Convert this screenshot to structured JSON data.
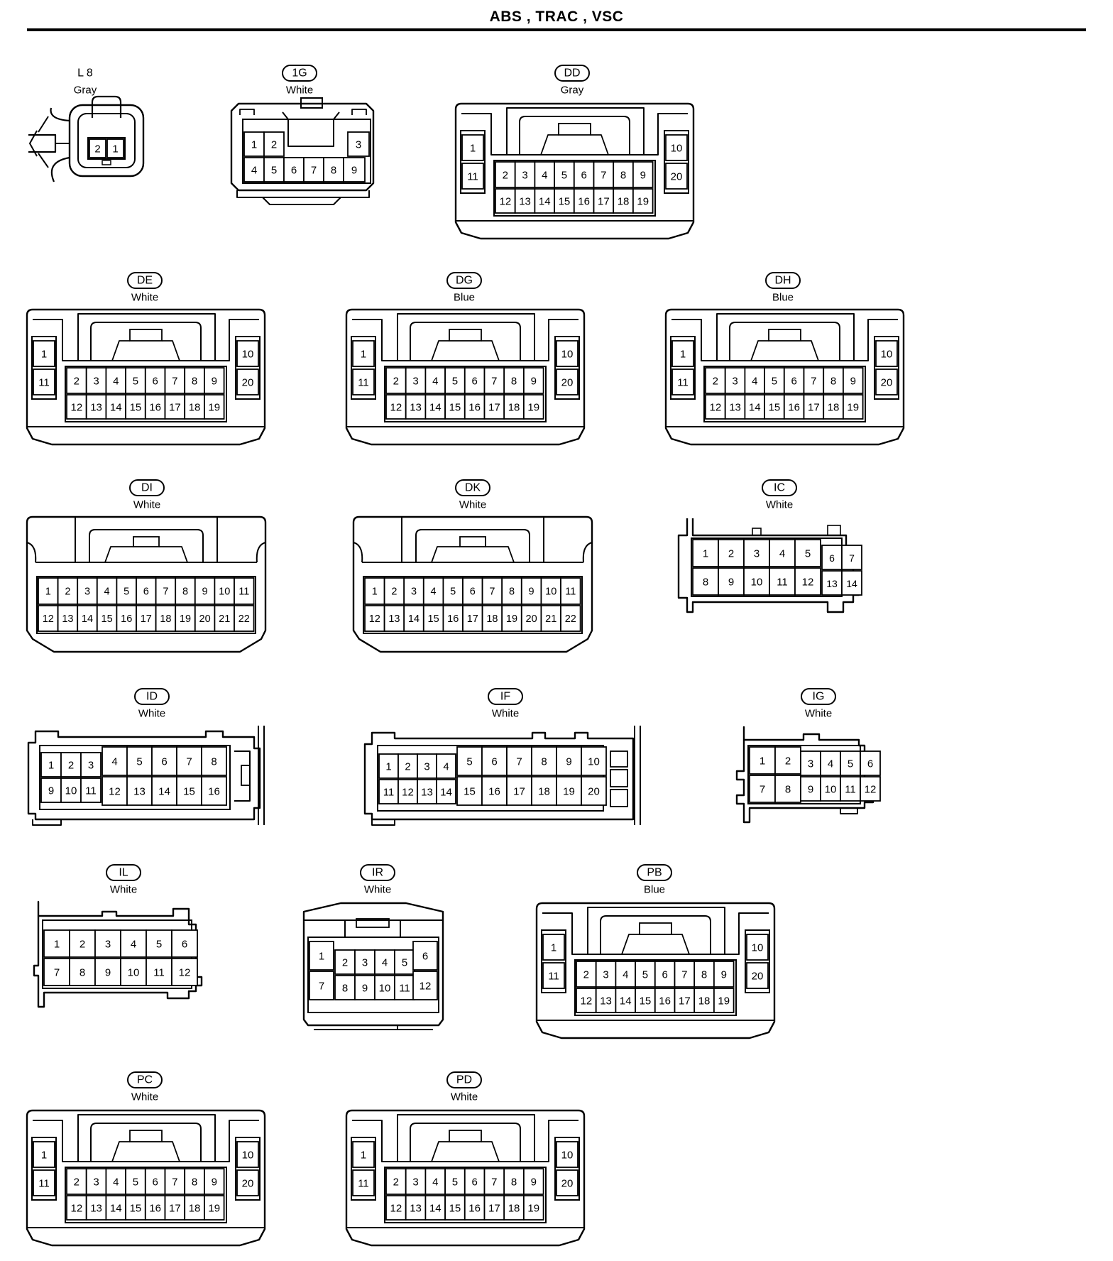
{
  "title": "ABS , TRAC , VSC",
  "connectors": [
    {
      "code": "L 8",
      "color": "Gray",
      "code_style": "plain",
      "shape": "l8",
      "rows": [
        [
          "2",
          "1"
        ]
      ]
    },
    {
      "code": "1G",
      "color": "White",
      "code_style": "pill",
      "shape": "1g",
      "rows": [
        [
          "1",
          "2",
          "3"
        ],
        [
          "4",
          "5",
          "6",
          "7",
          "8",
          "9"
        ]
      ]
    },
    {
      "code": "DD",
      "color": "Gray",
      "code_style": "pill",
      "shape": "d20",
      "rows": [
        [
          "1",
          "10",
          "11",
          "20"
        ],
        [
          "2",
          "3",
          "4",
          "5",
          "6",
          "7",
          "8",
          "9"
        ],
        [
          "12",
          "13",
          "14",
          "15",
          "16",
          "17",
          "18",
          "19"
        ]
      ]
    },
    {
      "code": "DE",
      "color": "White",
      "code_style": "pill",
      "shape": "d20",
      "rows": [
        [
          "1",
          "10",
          "11",
          "20"
        ],
        [
          "2",
          "3",
          "4",
          "5",
          "6",
          "7",
          "8",
          "9"
        ],
        [
          "12",
          "13",
          "14",
          "15",
          "16",
          "17",
          "18",
          "19"
        ]
      ]
    },
    {
      "code": "DG",
      "color": "Blue",
      "code_style": "pill",
      "shape": "d20",
      "rows": [
        [
          "1",
          "10",
          "11",
          "20"
        ],
        [
          "2",
          "3",
          "4",
          "5",
          "6",
          "7",
          "8",
          "9"
        ],
        [
          "12",
          "13",
          "14",
          "15",
          "16",
          "17",
          "18",
          "19"
        ]
      ]
    },
    {
      "code": "DH",
      "color": "Blue",
      "code_style": "pill",
      "shape": "d20",
      "rows": [
        [
          "1",
          "10",
          "11",
          "20"
        ],
        [
          "2",
          "3",
          "4",
          "5",
          "6",
          "7",
          "8",
          "9"
        ],
        [
          "12",
          "13",
          "14",
          "15",
          "16",
          "17",
          "18",
          "19"
        ]
      ]
    },
    {
      "code": "DI",
      "color": "White",
      "code_style": "pill",
      "shape": "d22",
      "rows": [
        [
          "1",
          "2",
          "3",
          "4",
          "5",
          "6",
          "7",
          "8",
          "9",
          "10",
          "11"
        ],
        [
          "12",
          "13",
          "14",
          "15",
          "16",
          "17",
          "18",
          "19",
          "20",
          "21",
          "22"
        ]
      ]
    },
    {
      "code": "DK",
      "color": "White",
      "code_style": "pill",
      "shape": "d22",
      "rows": [
        [
          "1",
          "2",
          "3",
          "4",
          "5",
          "6",
          "7",
          "8",
          "9",
          "10",
          "11"
        ],
        [
          "12",
          "13",
          "14",
          "15",
          "16",
          "17",
          "18",
          "19",
          "20",
          "21",
          "22"
        ]
      ]
    },
    {
      "code": "IC",
      "color": "White",
      "code_style": "pill",
      "shape": "ic",
      "rows": [
        [
          "1",
          "2",
          "3",
          "4",
          "5",
          "6",
          "7"
        ],
        [
          "8",
          "9",
          "10",
          "11",
          "12",
          "13",
          "14"
        ]
      ]
    },
    {
      "code": "ID",
      "color": "White",
      "code_style": "pill",
      "shape": "id",
      "rows": [
        [
          "1",
          "2",
          "3",
          "4",
          "5",
          "6",
          "7",
          "8"
        ],
        [
          "9",
          "10",
          "11",
          "12",
          "13",
          "14",
          "15",
          "16"
        ]
      ]
    },
    {
      "code": "IF",
      "color": "White",
      "code_style": "pill",
      "shape": "if",
      "rows": [
        [
          "1",
          "2",
          "3",
          "4",
          "5",
          "6",
          "7",
          "8",
          "9",
          "10"
        ],
        [
          "11",
          "12",
          "13",
          "14",
          "15",
          "16",
          "17",
          "18",
          "19",
          "20"
        ]
      ]
    },
    {
      "code": "IG",
      "color": "White",
      "code_style": "pill",
      "shape": "ig",
      "rows": [
        [
          "1",
          "2",
          "3",
          "4",
          "5",
          "6"
        ],
        [
          "7",
          "8",
          "9",
          "10",
          "11",
          "12"
        ]
      ]
    },
    {
      "code": "IL",
      "color": "White",
      "code_style": "pill",
      "shape": "il",
      "rows": [
        [
          "1",
          "2",
          "3",
          "4",
          "5",
          "6"
        ],
        [
          "7",
          "8",
          "9",
          "10",
          "11",
          "12"
        ]
      ]
    },
    {
      "code": "IR",
      "color": "White",
      "code_style": "pill",
      "shape": "ir",
      "rows": [
        [
          "1",
          "2",
          "3",
          "4",
          "5",
          "6"
        ],
        [
          "7",
          "8",
          "9",
          "10",
          "11",
          "12"
        ]
      ]
    },
    {
      "code": "PB",
      "color": "Blue",
      "code_style": "pill",
      "shape": "d20",
      "rows": [
        [
          "1",
          "10",
          "11",
          "20"
        ],
        [
          "2",
          "3",
          "4",
          "5",
          "6",
          "7",
          "8",
          "9"
        ],
        [
          "12",
          "13",
          "14",
          "15",
          "16",
          "17",
          "18",
          "19"
        ]
      ]
    },
    {
      "code": "PC",
      "color": "White",
      "code_style": "pill",
      "shape": "d20",
      "rows": [
        [
          "1",
          "10",
          "11",
          "20"
        ],
        [
          "2",
          "3",
          "4",
          "5",
          "6",
          "7",
          "8",
          "9"
        ],
        [
          "12",
          "13",
          "14",
          "15",
          "16",
          "17",
          "18",
          "19"
        ]
      ]
    },
    {
      "code": "PD",
      "color": "White",
      "code_style": "pill",
      "shape": "d20",
      "rows": [
        [
          "1",
          "10",
          "11",
          "20"
        ],
        [
          "2",
          "3",
          "4",
          "5",
          "6",
          "7",
          "8",
          "9"
        ],
        [
          "12",
          "13",
          "14",
          "15",
          "16",
          "17",
          "18",
          "19"
        ]
      ]
    }
  ]
}
